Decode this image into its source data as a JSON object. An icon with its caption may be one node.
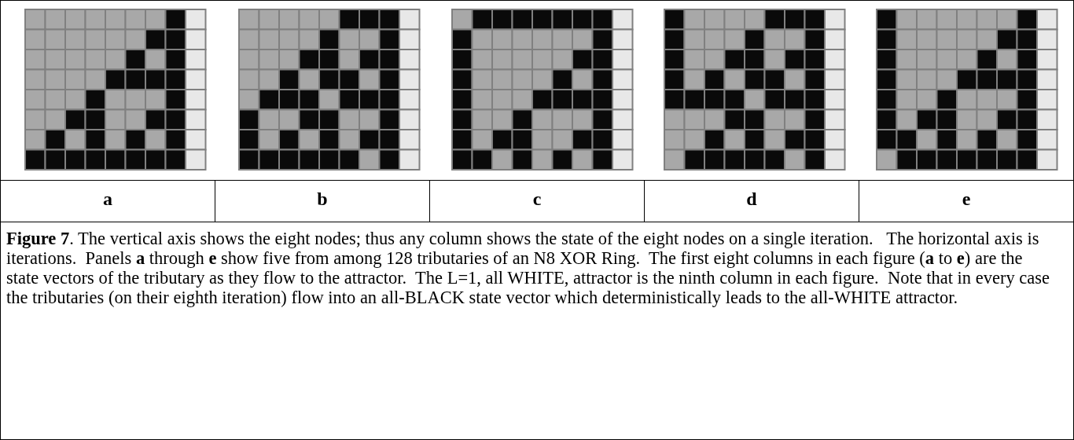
{
  "diagram": {
    "labels": [
      "a",
      "b",
      "c",
      "d",
      "e"
    ],
    "caption": "**Figure 7**. The vertical axis shows the eight nodes; thus any column shows the state of the eight nodes on a single iteration.   The horizontal axis is iterations.  Panels **a** through **e** show five from among 128 tributaries of an N8 XOR Ring.  The first eight columns in each figure (**a** to **e**) are the state vectors of the tributary as they flow to the attractor.  The L=1, all WHITE, attractor is the ninth column in each figure.  Note that in every case the tributaries (on their eighth iteration) flow into an all-BLACK state vector which deterministically leads to the all-WHITE attractor."
  }
}
